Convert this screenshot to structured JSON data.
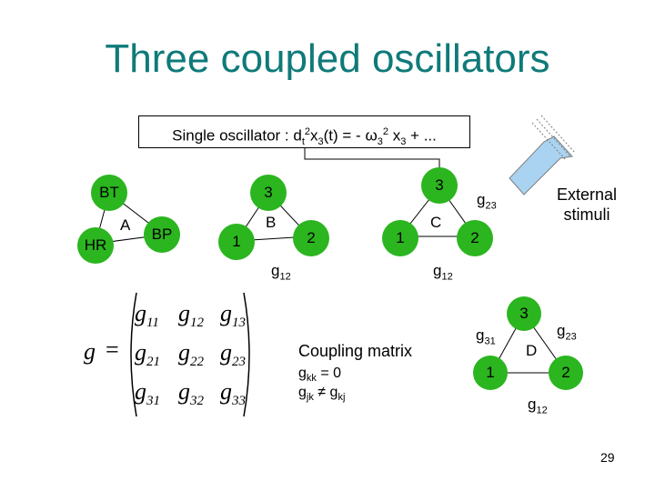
{
  "title": "Three coupled oscillators",
  "equation": {
    "prefix": "Single oscillator : ",
    "d": "d",
    "d_sub": "t",
    "d_sup": "2",
    "x": "x",
    "x_sub": "3",
    "mid": "(t) = - ω",
    "w_sub": "3",
    "w_sup": "2",
    "x2": " x",
    "x2_sub": "3",
    "tail": " + ..."
  },
  "external": {
    "line1": "External",
    "line2": "stimuli"
  },
  "network_a": {
    "bt": "BT",
    "hr": "HR",
    "a": "A",
    "bp": "BP",
    "node3a": "3",
    "node1a": "1",
    "b": "B",
    "node2a": "2",
    "node3b": "3",
    "node1b": "1",
    "c": "C",
    "node2b": "2",
    "g12_left": "g",
    "g12_left_sub": "12",
    "g12_right": "g",
    "g12_right_sub": "12",
    "g23": "g",
    "g23_sub": "23"
  },
  "matrix": {
    "g": "g",
    "eq": "=",
    "rows": [
      [
        {
          "b": "g",
          "s": "11"
        },
        {
          "b": "g",
          "s": "12"
        },
        {
          "b": "g",
          "s": "13"
        }
      ],
      [
        {
          "b": "g",
          "s": "21"
        },
        {
          "b": "g",
          "s": "22"
        },
        {
          "b": "g",
          "s": "23"
        }
      ],
      [
        {
          "b": "g",
          "s": "31"
        },
        {
          "b": "g",
          "s": "32"
        },
        {
          "b": "g",
          "s": "33"
        }
      ]
    ]
  },
  "coupling": {
    "label": "Coupling matrix",
    "rule1_b": "g",
    "rule1_s": "kk",
    "rule1_t": " = 0",
    "rule2_b": "g",
    "rule2_s": "jk",
    "rule2_t": " ≠ g",
    "rule2_s2": "kj"
  },
  "network_d": {
    "node3": "3",
    "node1": "1",
    "node2": "2",
    "d": "D",
    "g31": "g",
    "g31_sub": "31",
    "g23": "g",
    "g23_sub": "23",
    "g12": "g",
    "g12_sub": "12"
  },
  "page_number": "29",
  "colors": {
    "title": "#0f7a79",
    "node": "#2bb51f",
    "arrow_fill": "#a9d3f0",
    "arrow_stroke": "#7f7f7f"
  }
}
